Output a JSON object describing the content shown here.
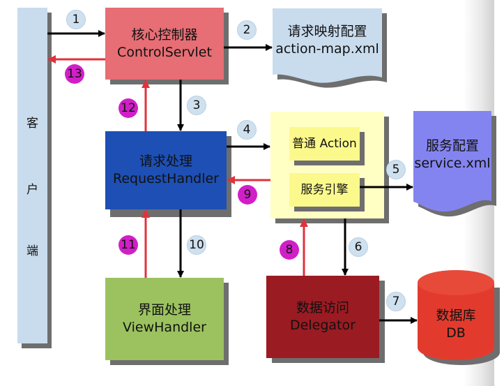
{
  "diagram": {
    "client": {
      "chars": [
        "客",
        "户",
        "端"
      ]
    },
    "control_servlet": {
      "title": "核心控制器",
      "subtitle": "ControlServlet"
    },
    "action_map": {
      "title": "请求映射配置",
      "subtitle": "action-map.xml"
    },
    "request_handler": {
      "title": "请求处理",
      "subtitle": "RequestHandler"
    },
    "action_group": {
      "normal_action": "普通 Action",
      "service_engine": "服务引擎"
    },
    "service_config": {
      "title": "服务配置",
      "subtitle": "service.xml"
    },
    "view_handler": {
      "title": "界面处理",
      "subtitle": "ViewHandler"
    },
    "delegator": {
      "title": "数据访问",
      "subtitle": "Delegator"
    },
    "database": {
      "title": "数据库",
      "subtitle": "DB"
    },
    "steps": {
      "s1": "1",
      "s2": "2",
      "s3": "3",
      "s4": "4",
      "s5": "5",
      "s6": "6",
      "s7": "7",
      "s8": "8",
      "s9": "9",
      "s10": "10",
      "s11": "11",
      "s12": "12",
      "s13": "13"
    },
    "colors": {
      "request_flow": "#000000",
      "response_flow": "#e0323c",
      "request_badge": "#cfe0ef",
      "response_badge": "#d11fc8",
      "client": "#c9dcee",
      "control_servlet": "#e66e74",
      "request_handler": "#1d4fb4",
      "view_handler": "#9bc25f",
      "delegator": "#9b1b22",
      "action_group": "#ffffc4",
      "action_item": "#fcf98c",
      "service_config": "#8484f0",
      "action_map": "#c9dcee",
      "database": "#e23b2e"
    }
  }
}
